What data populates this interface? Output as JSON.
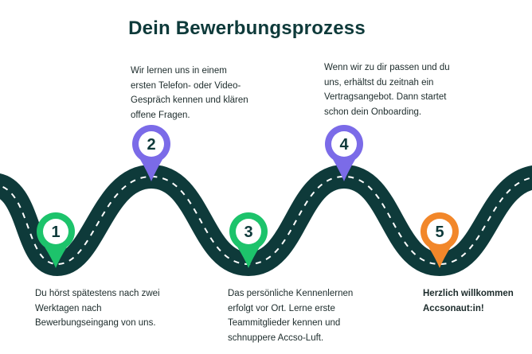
{
  "title": "Dein Bewerbungsprozess",
  "steps": [
    {
      "number": "1",
      "color": "#1dc36b",
      "text": "Du hörst spätestens nach zwei\nWerktagen nach\nBewerbungseingang von uns.",
      "bold": false
    },
    {
      "number": "2",
      "color": "#7b6be8",
      "text": "Wir lernen uns in einem\nersten Telefon- oder Video-\nGespräch kennen und klären\noffene Fragen.",
      "bold": false
    },
    {
      "number": "3",
      "color": "#1dc36b",
      "text": "Das persönliche Kennenlernen\nerfolgt vor Ort. Lerne erste\nTeammitglieder kennen und\nschnuppere Accso-Luft.",
      "bold": false
    },
    {
      "number": "4",
      "color": "#7b6be8",
      "text": "Wenn wir zu dir passen und du\nuns, erhältst du zeitnah ein\nVertragsangebot. Dann startet\nschon dein Onboarding.",
      "bold": false
    },
    {
      "number": "5",
      "color": "#f2872a",
      "text": "Herzlich willkommen\nAccsonaut:in!",
      "bold": true
    }
  ],
  "colors": {
    "road": "#0e3a3a",
    "road_marking": "#ffffff",
    "title": "#0e3a3a"
  }
}
